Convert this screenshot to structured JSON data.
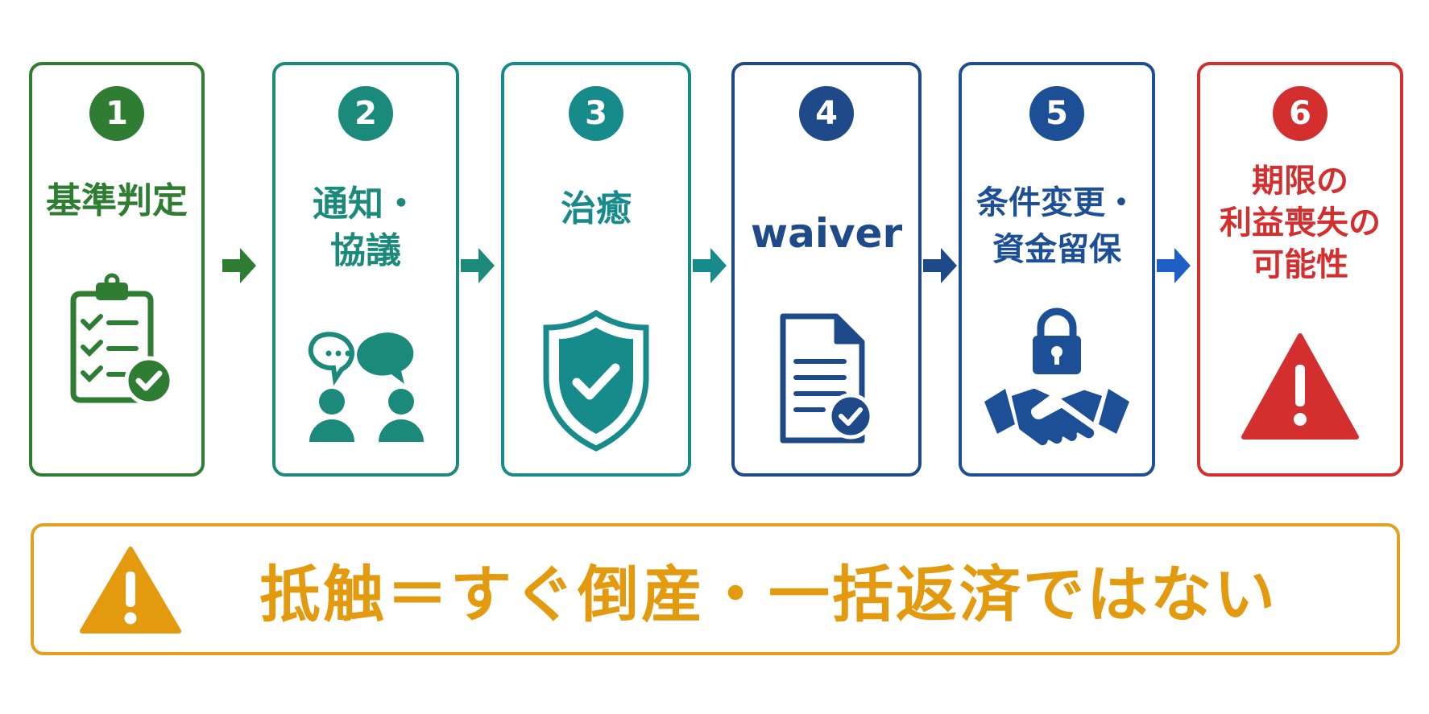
{
  "steps": [
    {
      "number": "1",
      "label": "基準判定",
      "icon": "clipboard-check-icon",
      "color": "#2e7d32"
    },
    {
      "number": "2",
      "label": "通知・\n協議",
      "icon": "discussion-people-icon",
      "color": "#1b8a7a"
    },
    {
      "number": "3",
      "label": "治癒",
      "icon": "shield-check-icon",
      "color": "#178a8c"
    },
    {
      "number": "4",
      "label": "waiver",
      "icon": "document-check-icon",
      "color": "#1e4a8a"
    },
    {
      "number": "5",
      "label": "条件変更・\n資金留保",
      "icon": "lock-handshake-icon",
      "color": "#1c4f96"
    },
    {
      "number": "6",
      "label": "期限の\n利益喪失の\n可能性",
      "icon": "warning-triangle-icon",
      "color": "#d32f2f"
    }
  ],
  "banner": {
    "text": "抵触＝すぐ倒産・一括返済ではない",
    "icon": "warning-triangle-icon",
    "color": "#e39a0f"
  }
}
